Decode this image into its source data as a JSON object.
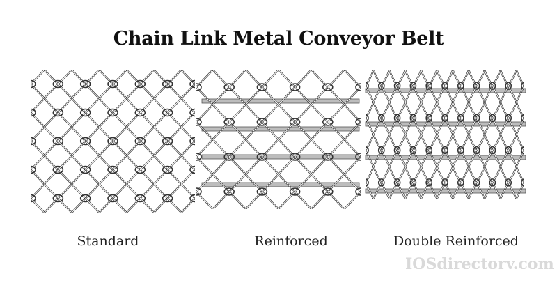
{
  "title": "Chain Link Metal Conveyor Belt",
  "panels": [
    {
      "label": "Standard",
      "cols": 6,
      "rows": 5,
      "rods": 0
    },
    {
      "label": "Reinforced",
      "cols": 5,
      "rows": 4,
      "rods": 4
    },
    {
      "label": "Double Reinforced",
      "cols": 10,
      "rows": 4,
      "rods": 4
    }
  ],
  "watermark": "IQSdirectory.com",
  "colors": {
    "line": "#333333",
    "rod": "#9a9a9a",
    "background": "#ffffff"
  }
}
